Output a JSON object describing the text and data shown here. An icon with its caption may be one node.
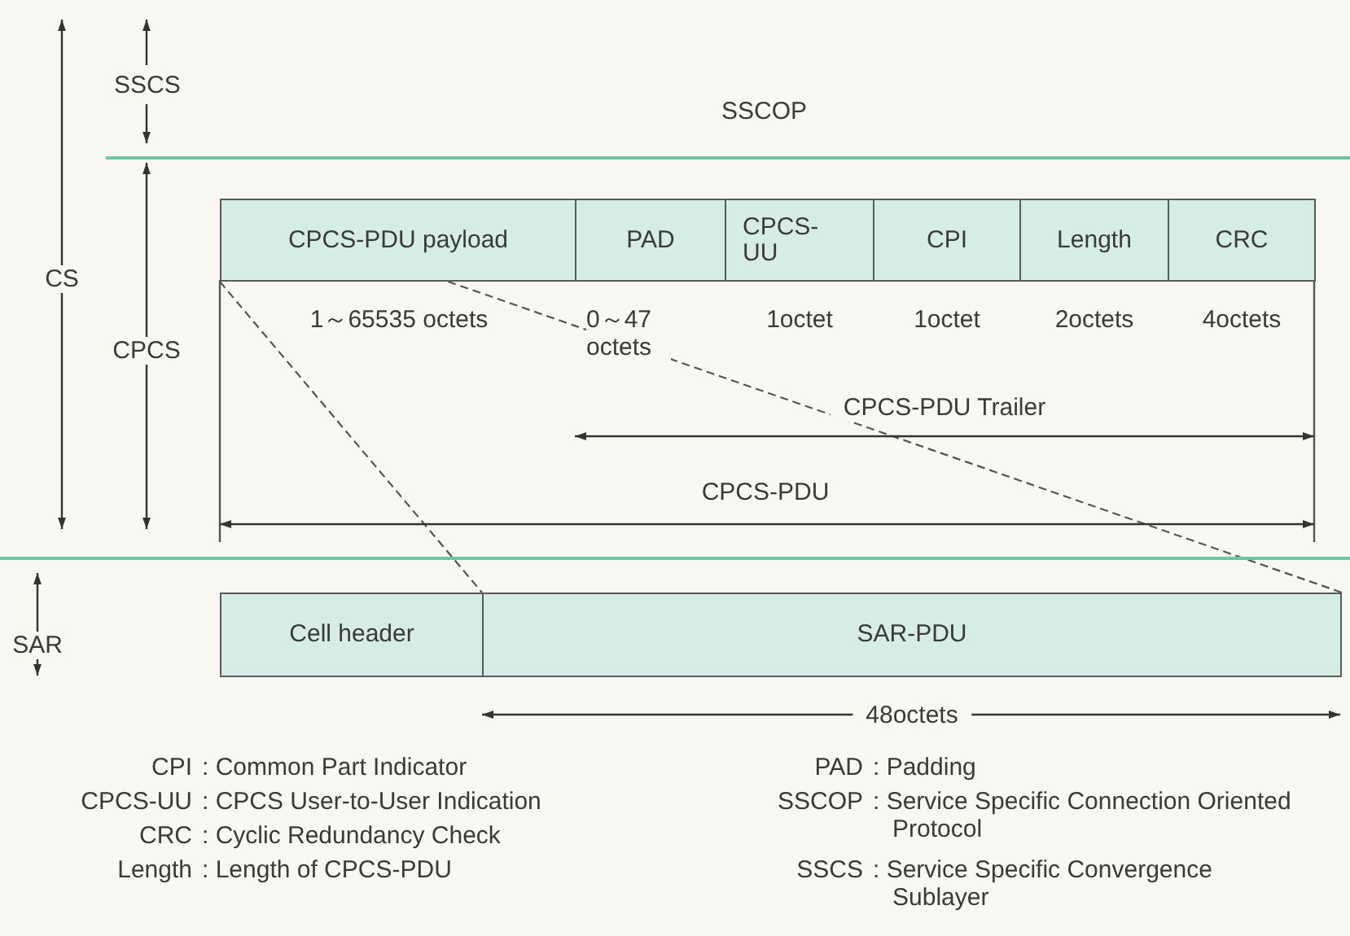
{
  "diagram": {
    "nodes": [
      {
        "text": [
          "CPCS-PDU payload"
        ],
        "beside": [
          "1～65535 octets"
        ]
      },
      {
        "text": [
          "PAD"
        ],
        "beside": [
          "0～47 octets"
        ]
      },
      {
        "text": [
          "CPCS-UU"
        ],
        "beside": [
          "1octet"
        ]
      },
      {
        "text": [
          "CPI"
        ],
        "beside": [
          "1octet"
        ]
      },
      {
        "text": [
          "Length"
        ],
        "beside": [
          "2octets"
        ]
      },
      {
        "text": [
          "CRC"
        ],
        "beside": [
          "4octets"
        ]
      },
      {
        "text": [
          "Cell header"
        ]
      },
      {
        "text": [
          "SAR-PDU"
        ]
      }
    ],
    "edges": [
      {
        "from": 0,
        "to": 7,
        "arrow": "none",
        "style": "dashed"
      },
      {
        "from": 0,
        "to": 7,
        "arrow": "none",
        "style": "dashed"
      }
    ],
    "labels": [
      "SSCS",
      "SSCOP",
      "CS",
      "CPCS",
      "CPCS-PDU Trailer",
      "CPCS-PDU",
      "SAR",
      "48octets",
      "CPI",
      ": Common Part Indicator",
      "PAD",
      ": Padding",
      "CPCS-UU",
      ": CPCS User-to-User Indication",
      "SSCOP",
      ": Service Specific Connection Oriented Protocol",
      "CRC",
      ": Cyclic Redundancy Check",
      "Length",
      ": Length of CPCS-PDU",
      "SSCS",
      ": Service Specific Convergence Sublayer"
    ]
  }
}
